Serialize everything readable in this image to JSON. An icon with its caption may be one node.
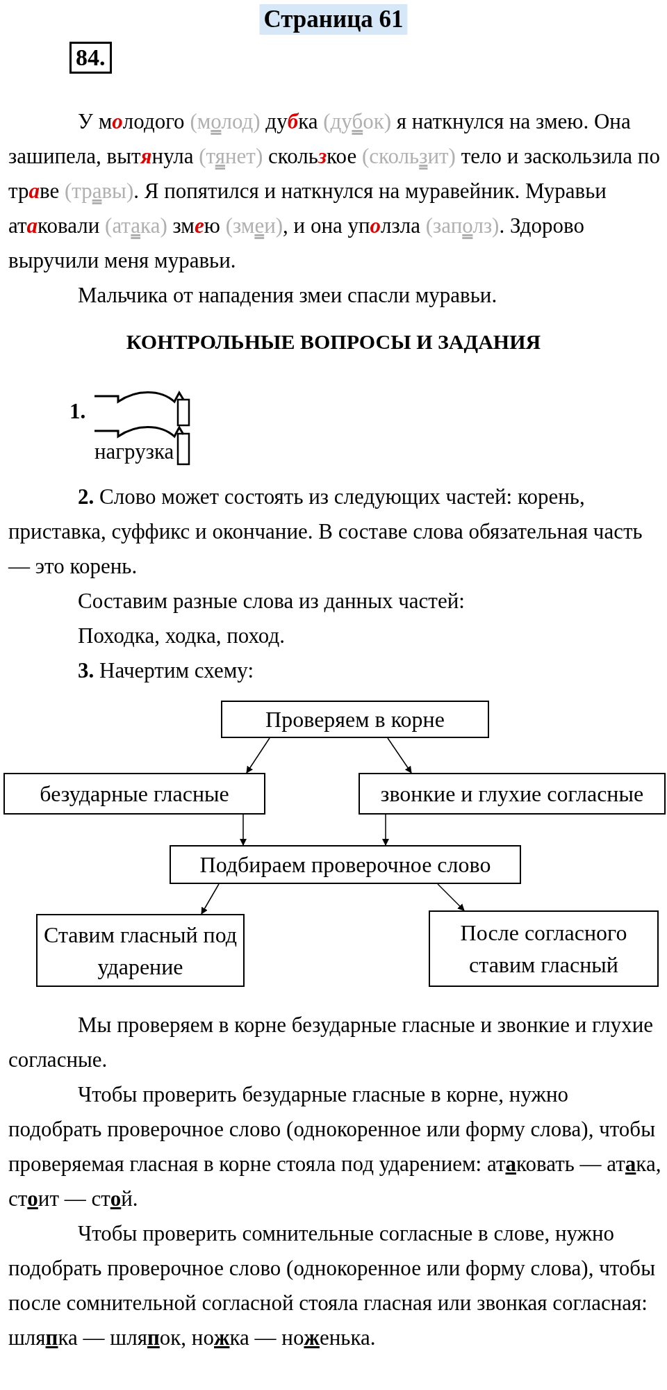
{
  "diagram": {
    "title": "Страница 61",
    "nodes": [
      {
        "text": [
          "Проверяем в корне"
        ]
      },
      {
        "text": [
          "безударные гласные"
        ]
      },
      {
        "text": [
          "звонкие и глухие согласные"
        ]
      },
      {
        "text": [
          "Подбираем проверочное слово"
        ]
      },
      {
        "text": [
          "Ставим гласный под ударение"
        ]
      },
      {
        "text": [
          "После согласного ставим гласный"
        ]
      }
    ],
    "edges": [
      {
        "from": 0,
        "to": 1,
        "arrow": "to"
      },
      {
        "from": 0,
        "to": 2,
        "arrow": "to"
      },
      {
        "from": 1,
        "to": 3,
        "arrow": "to"
      },
      {
        "from": 2,
        "to": 3,
        "arrow": "to"
      },
      {
        "from": 3,
        "to": 4,
        "arrow": "to"
      },
      {
        "from": 3,
        "to": 5,
        "arrow": "to"
      }
    ],
    "labels": [
      "84.",
      "У м**о**лодого (м**о**лод) ду**б**ка (ду**б**ок) я наткнулся на змею. Она зашипела, выт**я**нула (т**я**нет) сколь**з**кое (сколь**з**ит) тело и заскользила по тр**а**ве (тр**а**вы). Я попятился и наткнулся на муравейник. Муравьи ат**а**ковали (ат**а**ка) зм**е**ю (зм**е**и), и она уп**о**лзла (зап**о**лз). Здорово выручили меня муравьи.",
      "Мальчика от нападения змеи спасли муравьи.",
      "КОНТРОЛЬНЫЕ ВОПРОСЫ И ЗАДАНИЯ",
      "1.",
      "нагрузка",
      "**2.** Слово может состоять из следующих частей: корень, приставка, суффикс и окончание. В составе слова обязательная часть — это корень.",
      "Составим разные слова из данных частей:",
      "Походка, ходка, поход.",
      "**3.** Начертим схему:",
      "Мы проверяем в корне безударные гласные и звонкие и глухие согласные.",
      "Чтобы проверить безударные гласные в корне, нужно подобрать проверочное слово (однокоренное или форму слова), чтобы проверяемая гласная в корне стояла под ударением: ат**а**ковать — ат**а**ка, ст**о**ит — ст**о**й.",
      "Чтобы проверить сомнительные согласные в слове, нужно подобрать проверочное слово (однокоренное или форму слова), чтобы после сомнительной согласной стояла гласная или звонкая согласная: шля**п**ка — шля**п**ок, но**ж**ка — но**ж**енька."
    ]
  }
}
